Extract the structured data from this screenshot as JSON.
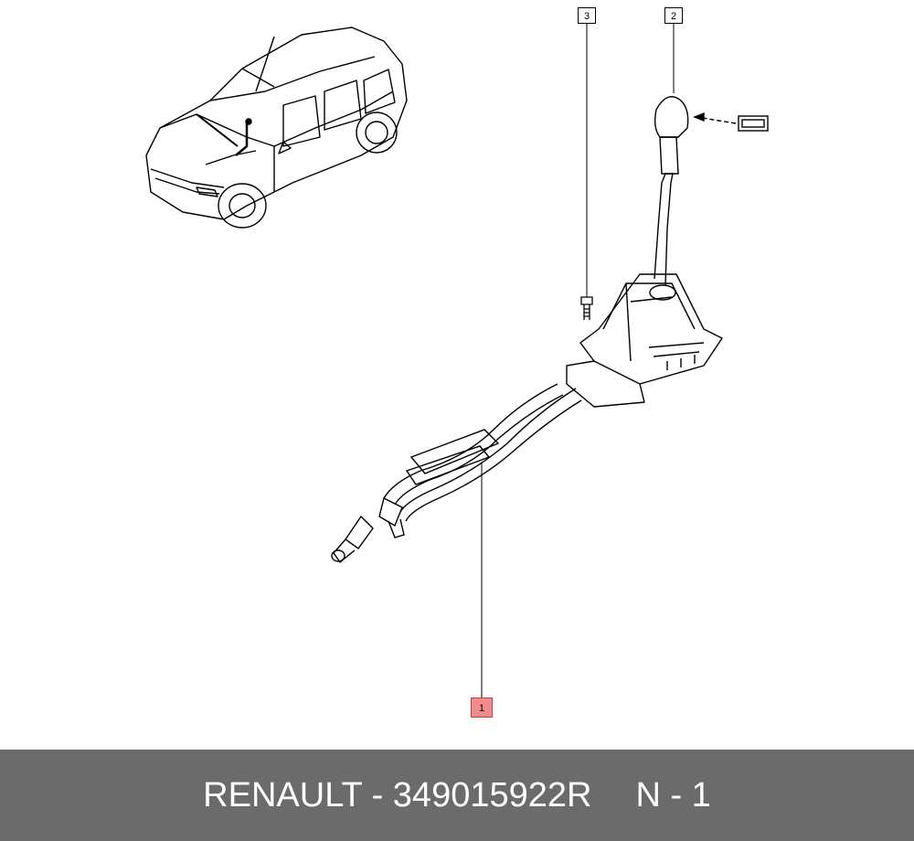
{
  "callouts": [
    {
      "id": "part-1",
      "label": "1",
      "highlighted": true
    },
    {
      "id": "part-2",
      "label": "2",
      "highlighted": false
    },
    {
      "id": "part-3",
      "label": "3",
      "highlighted": false
    }
  ],
  "footer": {
    "brand_part": "RENAULT - 349015922R",
    "ref": "N - 1"
  },
  "colors": {
    "footer_bg": "#6b6b6b",
    "highlight": "#f28b8b",
    "line": "#000000"
  }
}
